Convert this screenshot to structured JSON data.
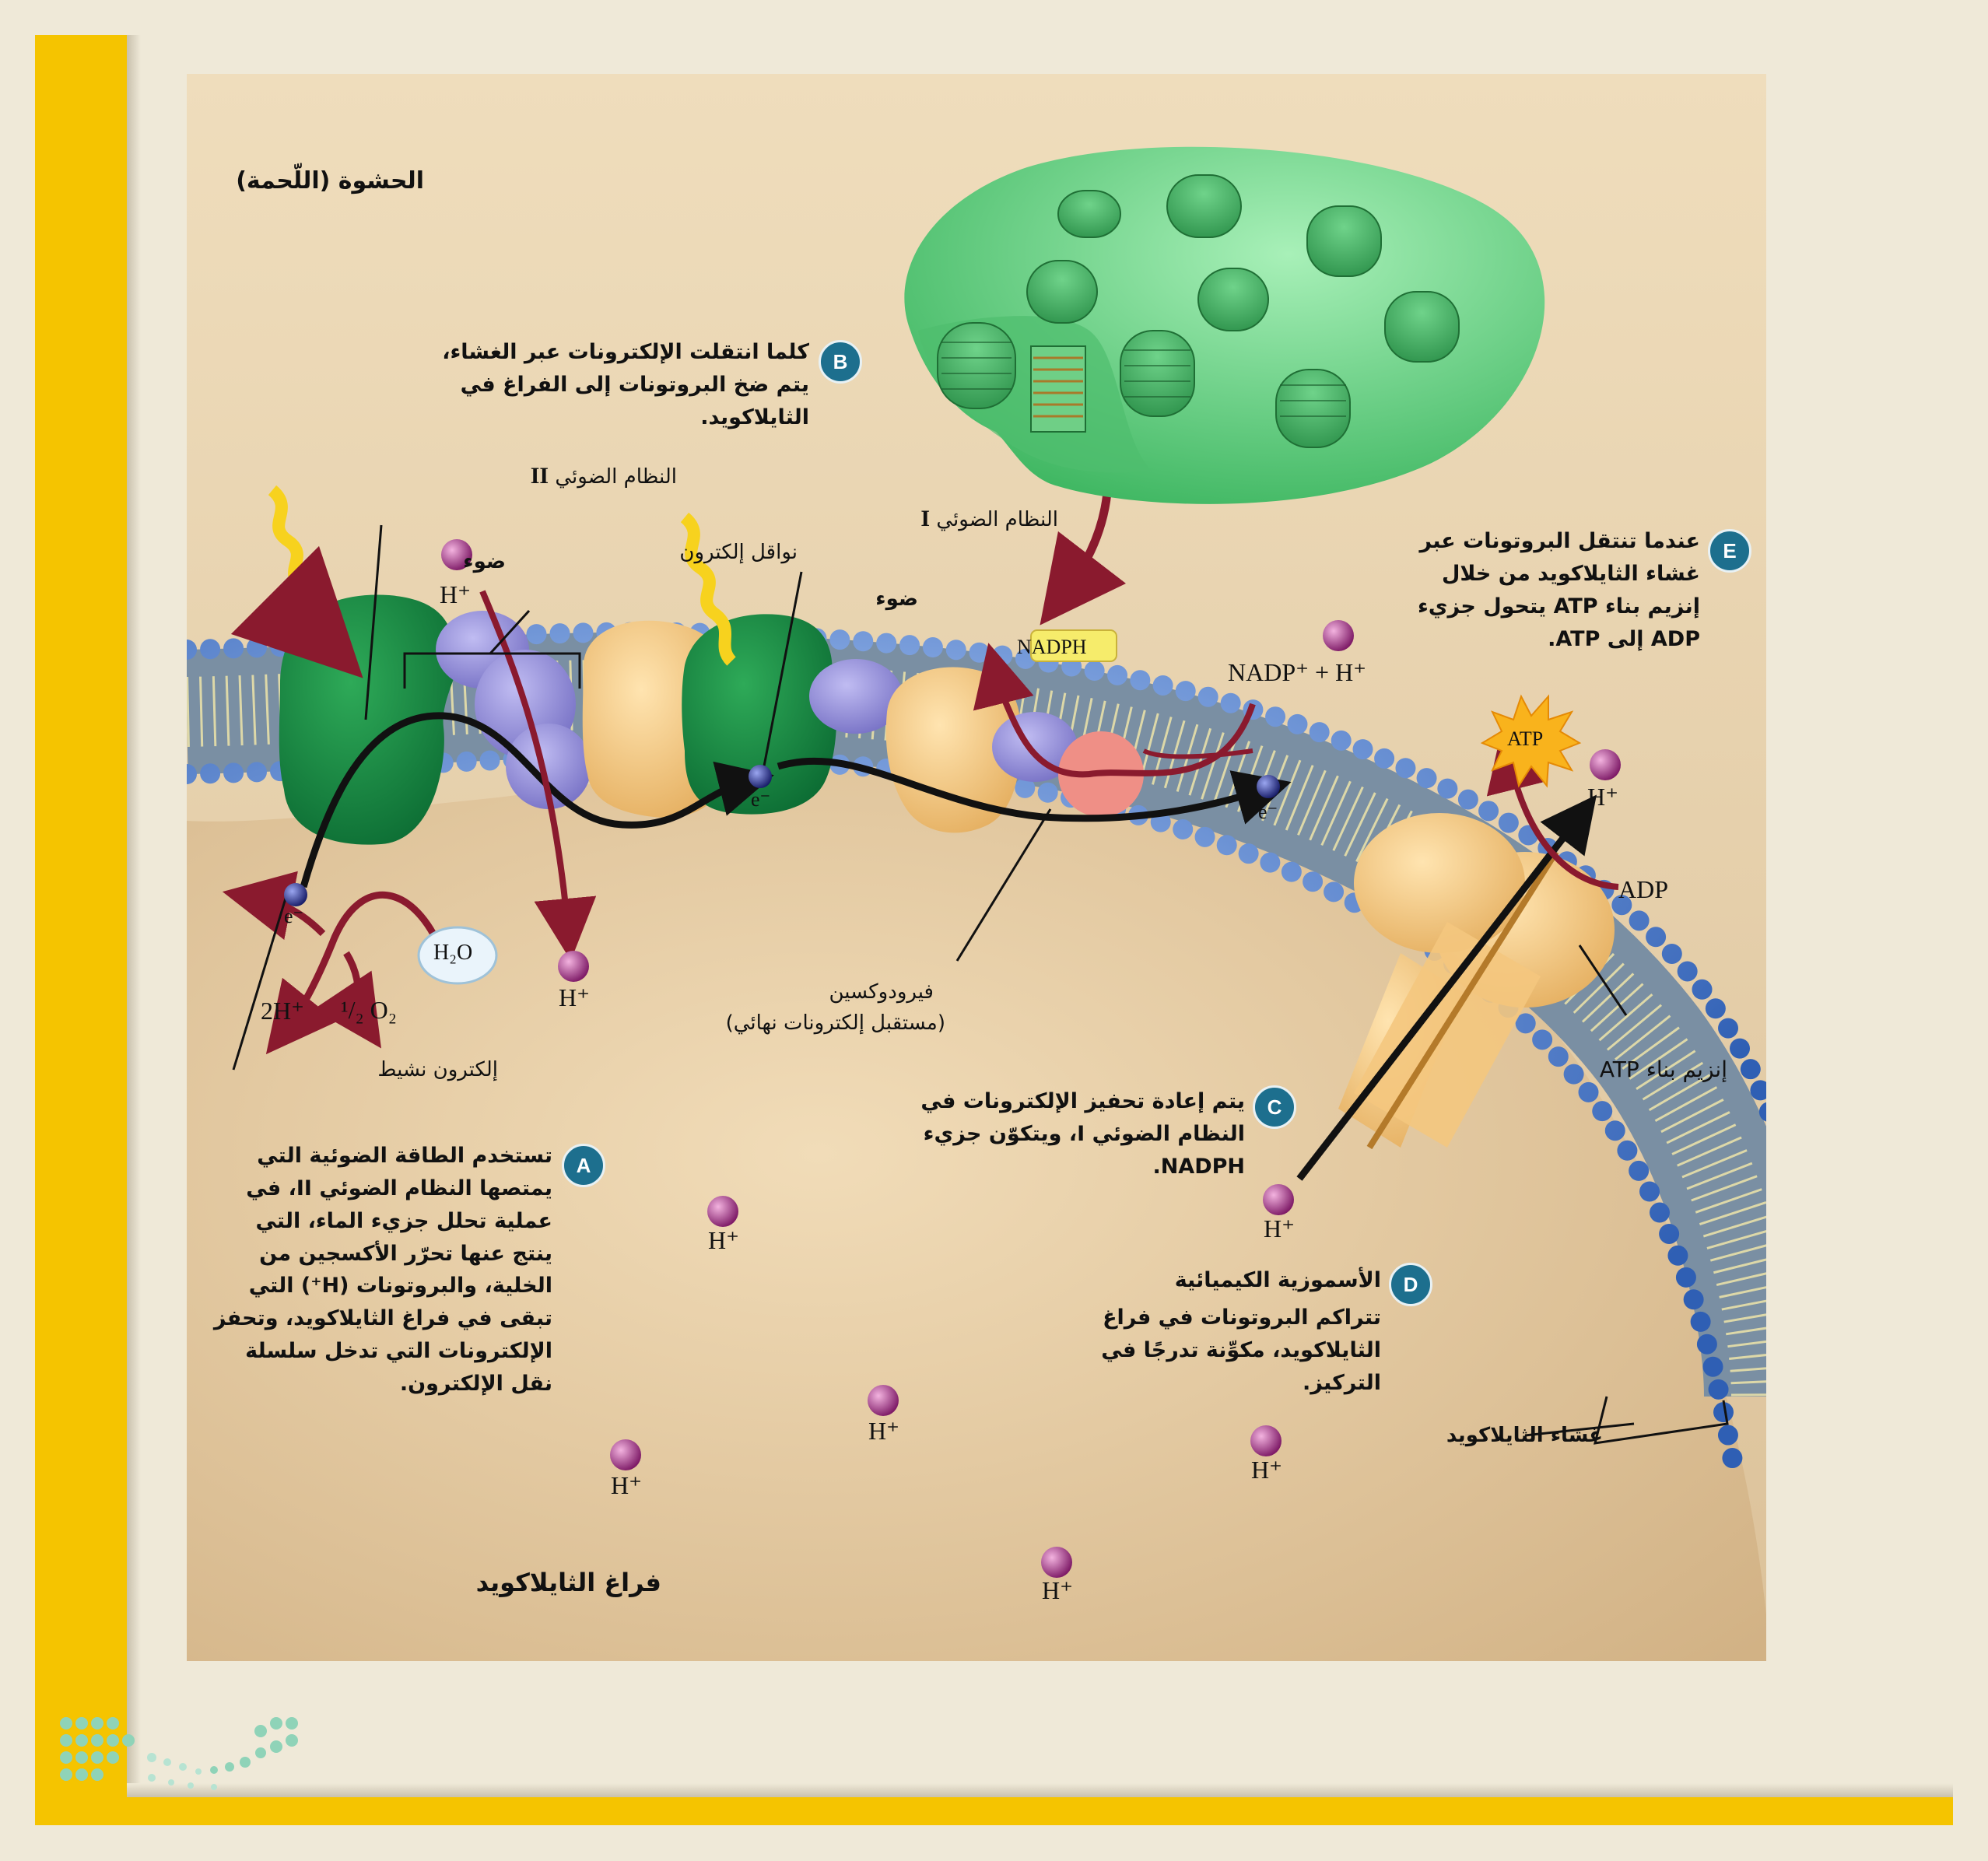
{
  "regions": {
    "stroma": "الحشوة (اللّحمة)",
    "lumen": "فراغ الثايلاكويد"
  },
  "labels": {
    "photosystem_ii": "النظام الضوئي",
    "photosystem_ii_numeral": "II",
    "photosystem_i": "النظام الضوئي",
    "photosystem_i_numeral": "I",
    "light": "ضوء",
    "electron_carriers": "نواقل إلكترون",
    "ferredoxin": "فيرودوكسين",
    "ferredoxin_note": "(مستقبل إلكترونات نهائي)",
    "excited_electron": "إلكترون نشيط",
    "atp_synthase": "إنزيم بناء ATP",
    "thylakoid_membrane": "غشاء الثايلاكويد",
    "nadph": "NADPH",
    "nadp_plus_h": "NADP⁺ + H⁺",
    "atp": "ATP",
    "adp": "ADP",
    "h2o": "H₂O",
    "two_h_plus": "2H⁺",
    "half_o2": "¹/₂ O₂",
    "h_plus": "H⁺",
    "electron": "e⁻"
  },
  "steps": [
    {
      "letter": "A",
      "text": "تستخدم الطاقة الضوئية التي يمتصها النظام الضوئي II، في عملية تحلل جزيء الماء، التي ينتج عنها تحرّر الأكسجين من الخلية، والبروتونات (H⁺) التي تبقى في فراغ الثايلاكويد، وتحفز الإلكترونات التي تدخل سلسلة نقل الإلكترون."
    },
    {
      "letter": "B",
      "text": "كلما انتقلت الإلكترونات عبر الغشاء، يتم ضخ البروتونات إلى الفراغ في الثايلاكويد."
    },
    {
      "letter": "C",
      "text": "يتم إعادة تحفيز الإلكترونات في النظام الضوئي I، ويتكوّن جزيء NADPH."
    },
    {
      "letter": "D",
      "title": "الأسموزية الكيميائية",
      "text": "تتراكم البروتونات في فراغ الثايلاكويد، مكوِّنة تدرجًا في التركيز."
    },
    {
      "letter": "E",
      "text": "عندما تنتقل البروتونات عبر غشاء الثايلاكويد من خلال إنزيم بناء ATP يتحول جزيء ADP إلى ATP."
    }
  ],
  "colors": {
    "accent_yellow": "#f5c400",
    "badge": "#1d6f8e",
    "photosystem": "#1f8a44",
    "carrier": "#8c86d6",
    "enzyme": "#f4c77e",
    "ferredoxin": "#ef8f86",
    "arrow_red": "#8a1a2e",
    "proton": "#b0287f",
    "electron": "#2a2f8a"
  }
}
